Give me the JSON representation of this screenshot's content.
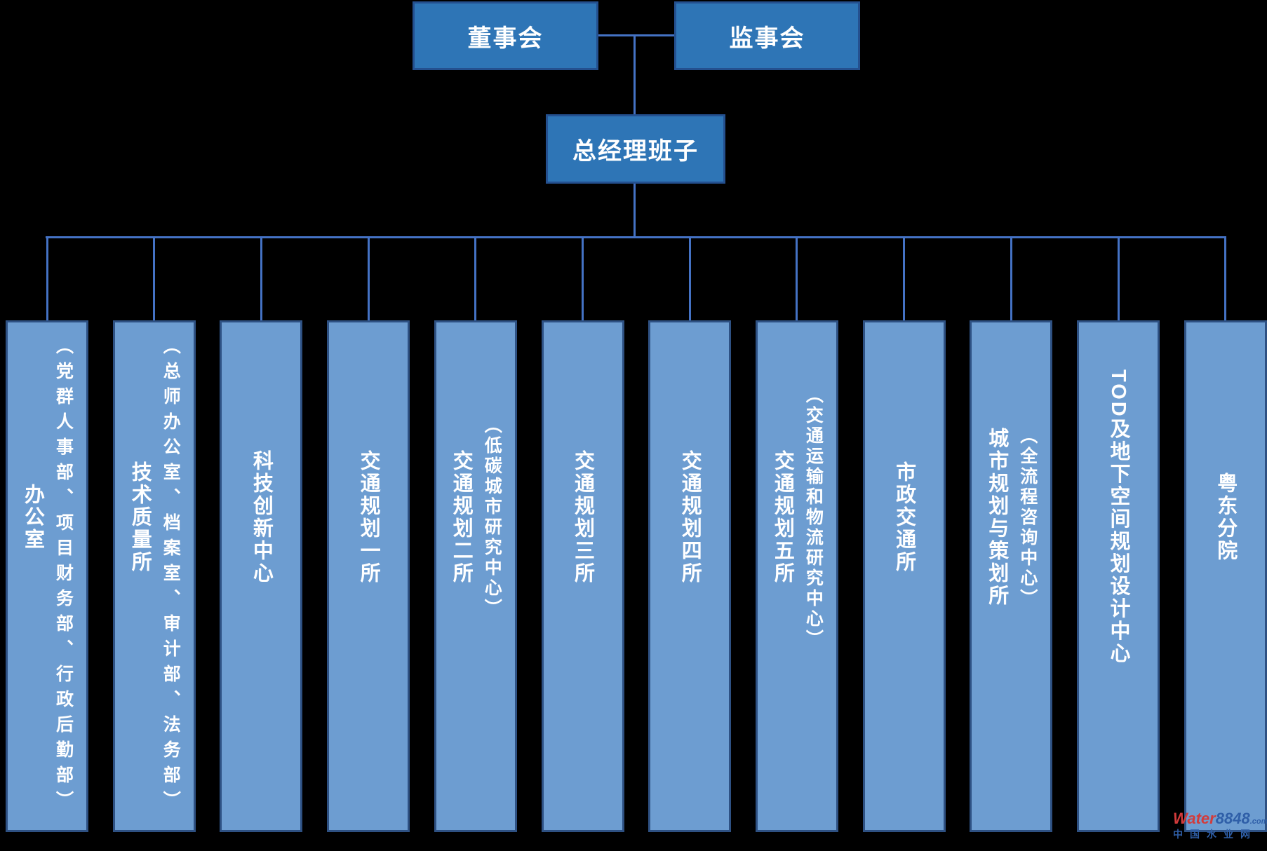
{
  "nodes": {
    "board": "董事会",
    "supervisory_board": "监事会",
    "general_manager_team": "总经理班子"
  },
  "departments": [
    {
      "name": "办公室",
      "detail": "（党群人事部、项目财务部、行政后勤部）"
    },
    {
      "name": "技术质量所",
      "detail": "（总师办公室、档案室、审计部、法务部）"
    },
    {
      "name": "科技创新中心",
      "detail": ""
    },
    {
      "name": "交通规划一所",
      "detail": ""
    },
    {
      "name": "交通规划二所",
      "detail": "（低碳城市研究中心）"
    },
    {
      "name": "交通规划三所",
      "detail": ""
    },
    {
      "name": "交通规划四所",
      "detail": ""
    },
    {
      "name": "交通规划五所",
      "detail": "（交通运输和物流研究中心）"
    },
    {
      "name": "市政交通所",
      "detail": ""
    },
    {
      "name": "城市规划与策划所",
      "detail": "（全流程咨询中心）"
    },
    {
      "name": "TOD及地下空间规划设计中心",
      "detail": ""
    },
    {
      "name": "粤东分院",
      "detail": ""
    }
  ],
  "watermark": {
    "brand_red": "Water",
    "brand_blue": "8848",
    "brand_suffix": ".com",
    "tagline": "中国水业网"
  },
  "colors": {
    "background": "#000000",
    "node_fill": "#2E75B6",
    "node_border": "#24508F",
    "dept_fill": "#6D9DD1",
    "dept_border": "#2E5183",
    "connector": "#4472C4",
    "text": "#FFFFFF",
    "watermark_red": "#D23B3B",
    "watermark_blue": "#2F5FA8"
  }
}
